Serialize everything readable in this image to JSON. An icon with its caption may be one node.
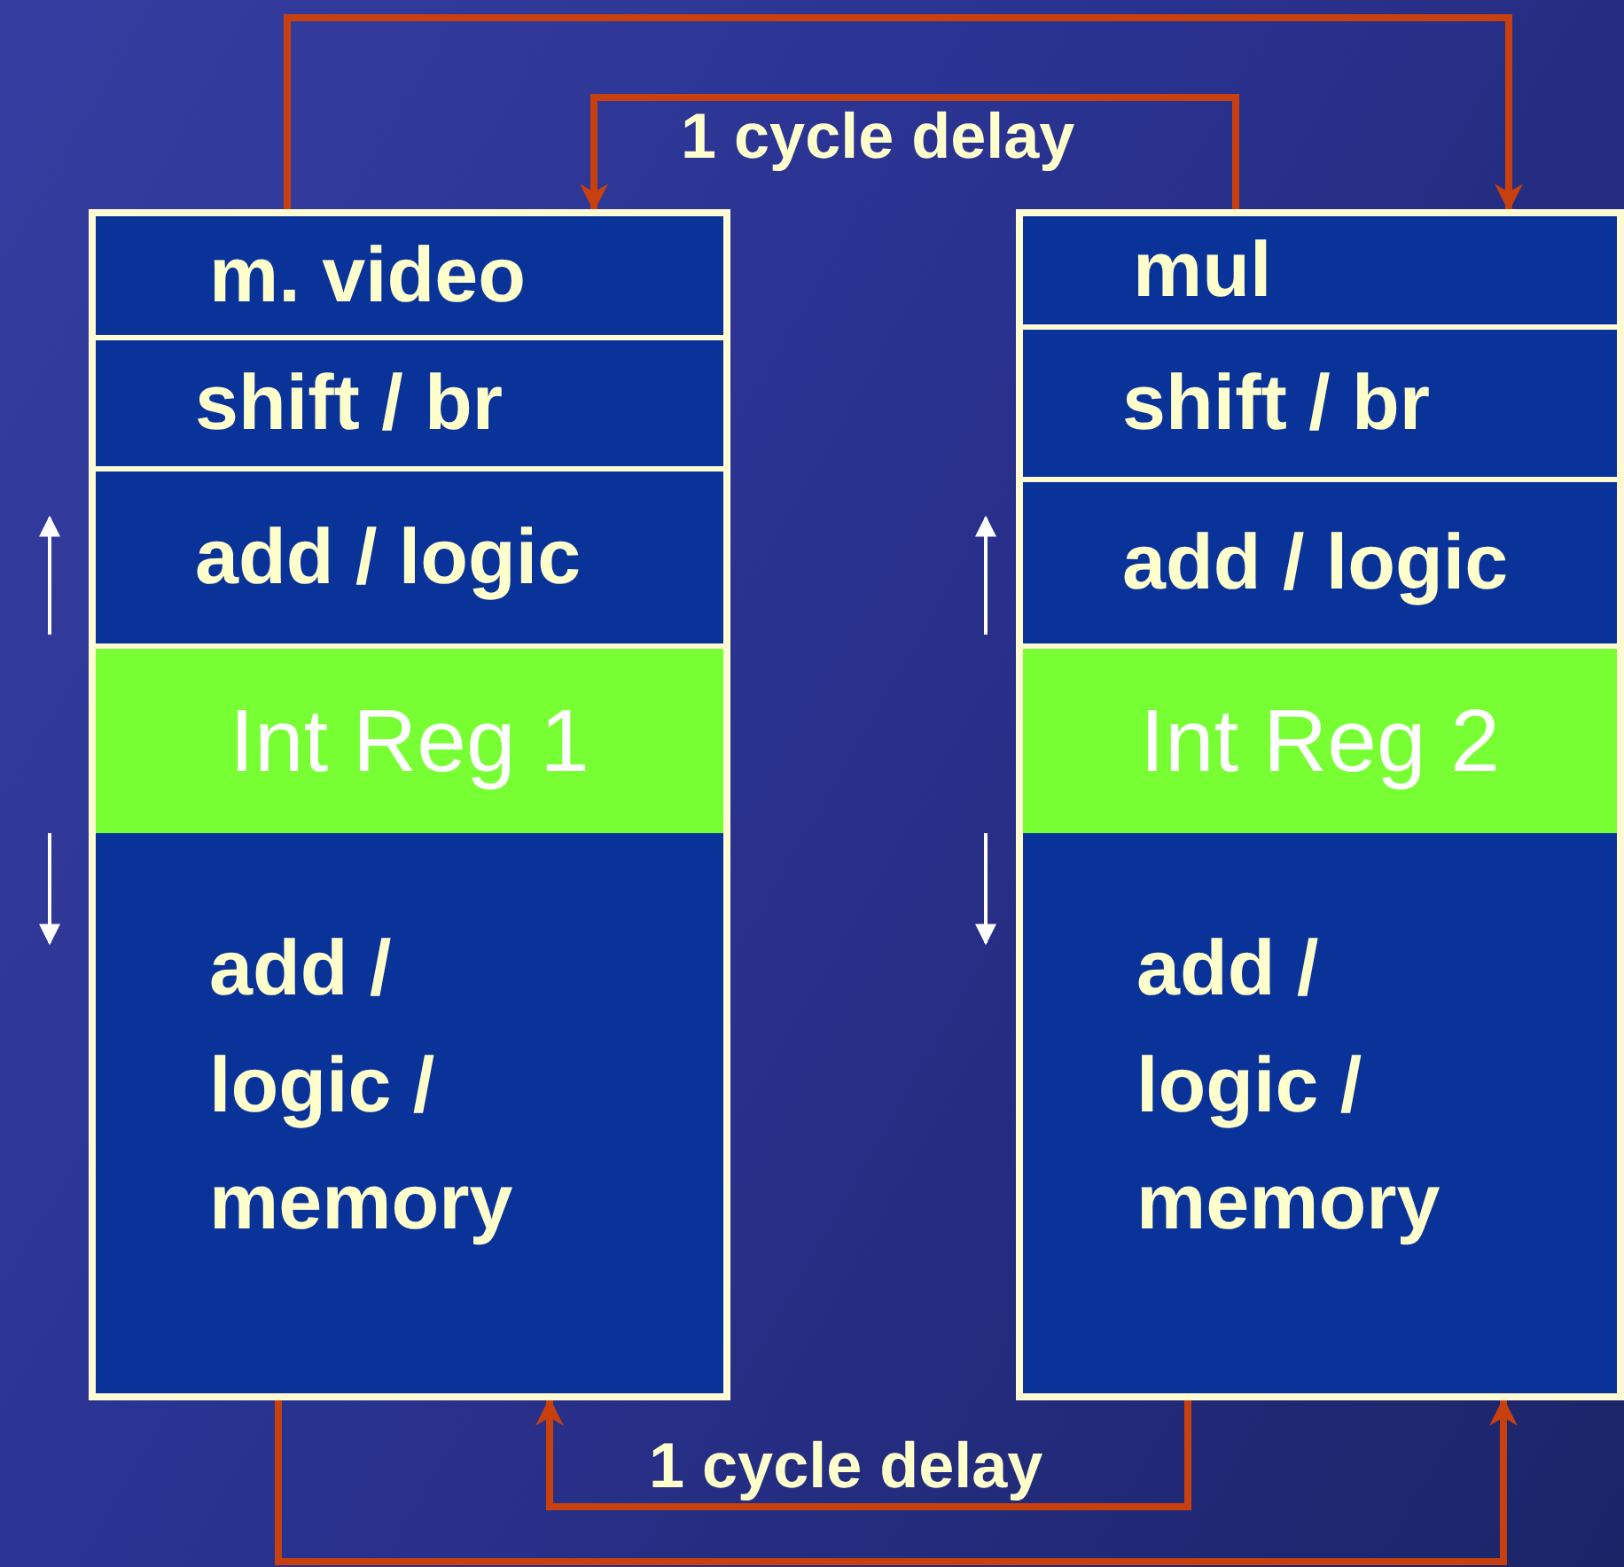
{
  "diagram": {
    "nodes": [
      {
        "text": [],
        "shape": "box"
      },
      {
        "text": [
          "m. video"
        ],
        "in": 0
      },
      {
        "text": [
          "shift / br"
        ],
        "in": 0
      },
      {
        "text": [
          "add / logic"
        ],
        "in": 0
      },
      {
        "text": [
          "Int Reg 1"
        ],
        "in": 0
      },
      {
        "text": [
          "add / logic / memory"
        ],
        "in": 0
      },
      {
        "text": [],
        "shape": "box"
      },
      {
        "text": [
          "mul"
        ],
        "in": 6
      },
      {
        "text": [
          "shift / br"
        ],
        "in": 6
      },
      {
        "text": [
          "add / logic"
        ],
        "in": 6
      },
      {
        "text": [
          "Int Reg 2"
        ],
        "in": 6
      },
      {
        "text": [
          "add / logic / memory"
        ],
        "in": 6
      }
    ],
    "edges": [
      {
        "from": 0,
        "to": 6,
        "arrow": "to"
      },
      {
        "from": 6,
        "to": 0,
        "arrow": "to",
        "label": "1 cycle delay"
      },
      {
        "from": 6,
        "to": 0,
        "arrow": "to",
        "label": "1 cycle delay"
      },
      {
        "from": 0,
        "to": 6,
        "arrow": "to"
      }
    ]
  }
}
